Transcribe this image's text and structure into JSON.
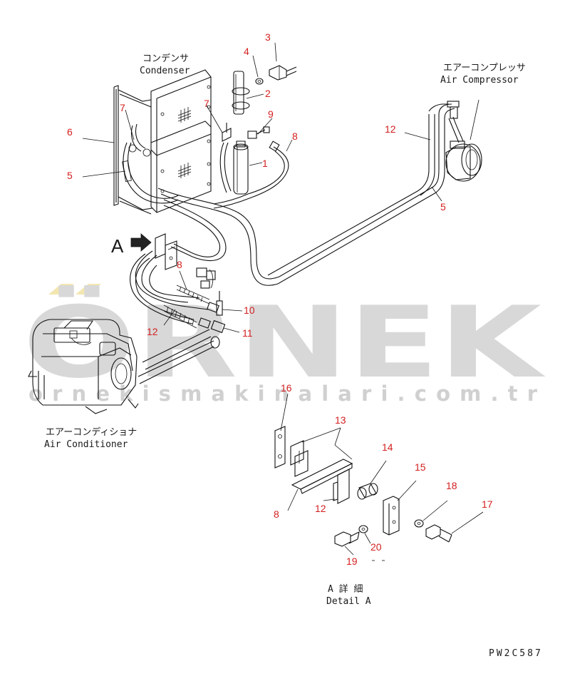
{
  "watermark": {
    "brand": "ÖRNEK",
    "url": "ornekismakinalari.com.tr",
    "color": "#d8d8d8",
    "accent": "#f3e6b0"
  },
  "labels": {
    "condenser_jp": "コンデンサ",
    "condenser_en": "Condenser",
    "compressor_jp": "エアーコンプレッサ",
    "compressor_en": "Air Compressor",
    "conditioner_jp": "エアーコンディショナ",
    "conditioner_en": "Air Conditioner",
    "view_letter": "A",
    "detail_jp": "A 詳 細",
    "detail_en": "Detail A",
    "drawing_code": "PW2C587"
  },
  "part_numbers": {
    "p1": "1",
    "p2": "2",
    "p3": "3",
    "p4": "4",
    "p5a": "5",
    "p5b": "5",
    "p6": "6",
    "p7a": "7",
    "p7b": "7",
    "p8a": "8",
    "p8b": "8",
    "p8c": "8",
    "p9": "9",
    "p10": "10",
    "p11": "11",
    "p12a": "12",
    "p12b": "12",
    "p12c": "12",
    "p13": "13",
    "p14": "14",
    "p15": "15",
    "p16": "16",
    "p17": "17",
    "p18": "18",
    "p19": "19",
    "p20": "20"
  },
  "colors": {
    "line": "#111111",
    "callout": "#d42020",
    "text": "#1a1a1a"
  }
}
